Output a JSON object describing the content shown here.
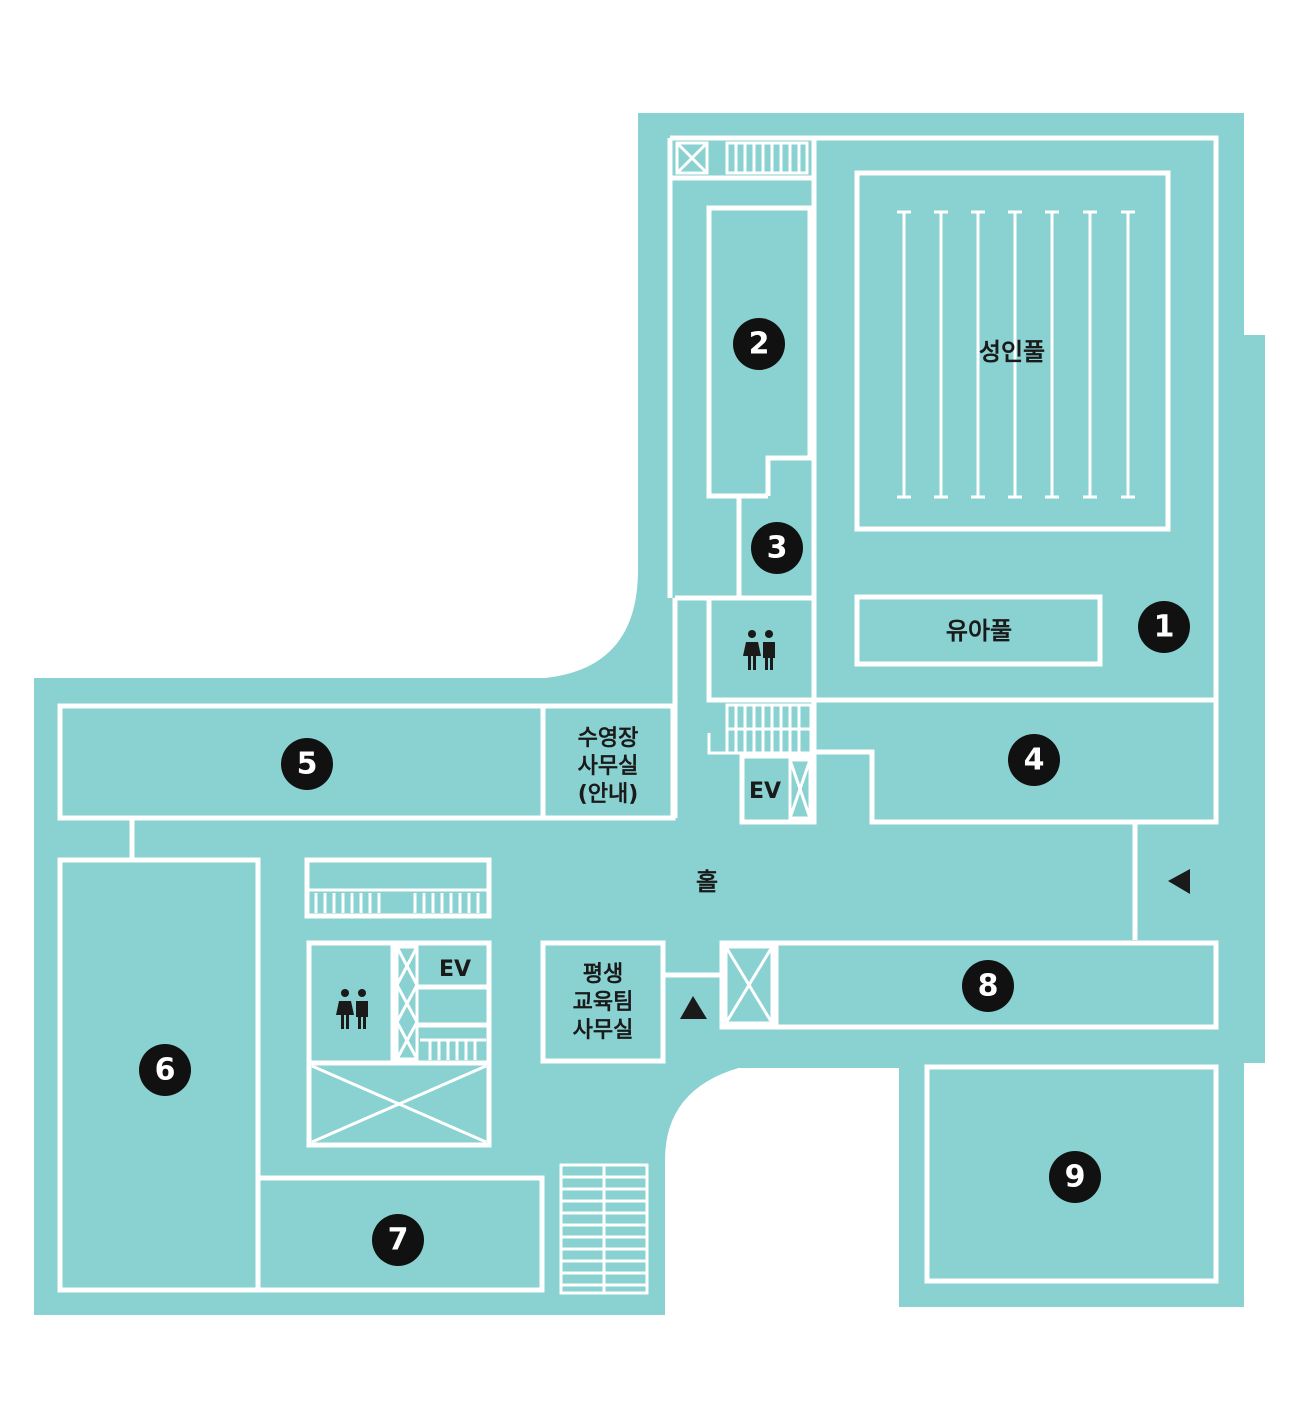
{
  "colors": {
    "floor": "#8ad1d1",
    "wall": "#ffffff",
    "badge": "#111111",
    "text": "#1a1a1a"
  },
  "rooms": {
    "adult_pool": "성인풀",
    "kids_pool": "유아풀",
    "pool_office_1": "수영장",
    "pool_office_2": "사무실",
    "pool_office_3": "(안내)",
    "hall": "홀",
    "edu_office_1": "평생",
    "edu_office_2": "교육팀",
    "edu_office_3": "사무실",
    "ev_upper": "EV",
    "ev_lower": "EV"
  },
  "badges": {
    "b1": "1",
    "b2": "2",
    "b3": "3",
    "b4": "4",
    "b5": "5",
    "b6": "6",
    "b7": "7",
    "b8": "8",
    "b9": "9"
  },
  "icons": {
    "restroom_upper": "restroom-icon",
    "restroom_lower": "restroom-icon",
    "entrance_left_arrow": "triangle-left-icon",
    "entrance_up_arrow": "triangle-up-icon"
  }
}
